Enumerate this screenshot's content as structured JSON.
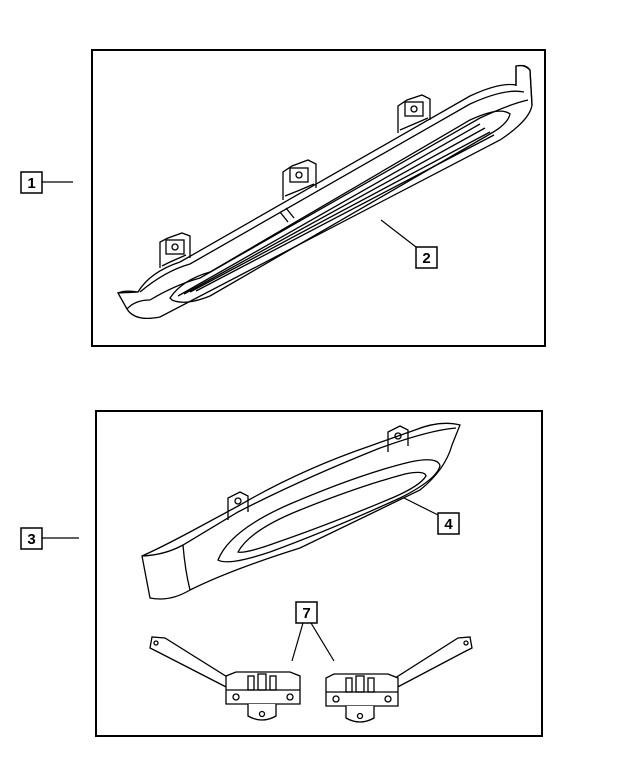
{
  "colors": {
    "ink": "#000000",
    "paper": "#ffffff"
  },
  "callouts": {
    "c1": "1",
    "c2": "2",
    "c3": "3",
    "c4": "4",
    "c7": "7"
  }
}
